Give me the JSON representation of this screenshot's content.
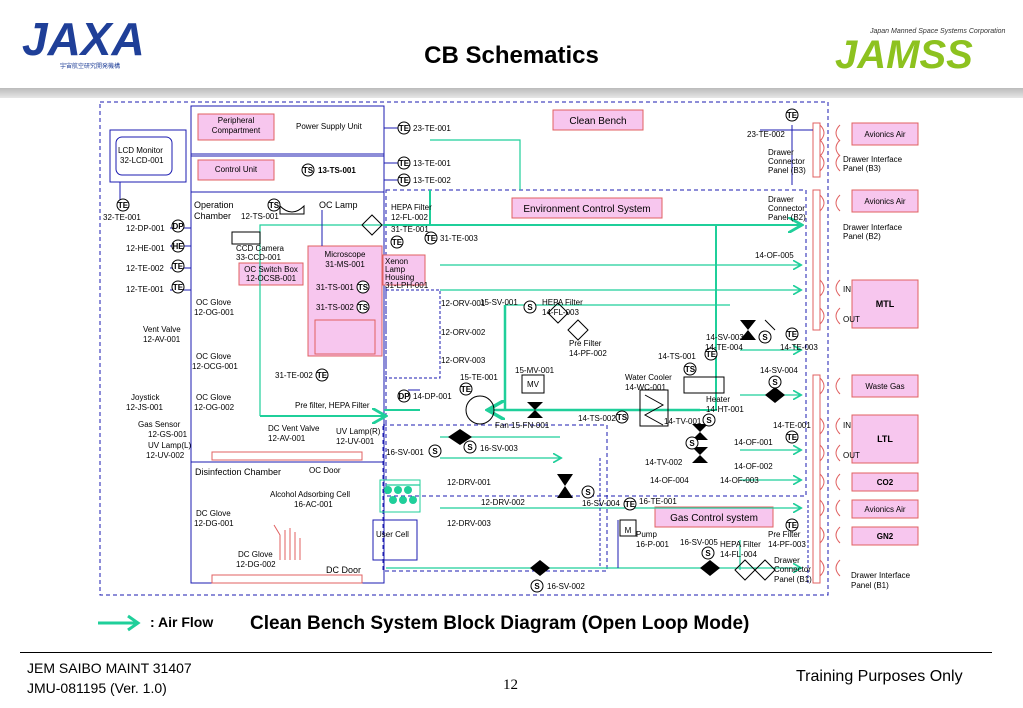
{
  "header": {
    "title": "CB Schematics",
    "left_logo": "JAXA",
    "left_logo_sub": "宇宙航空研究開発機構",
    "right_logo": "JAMSS",
    "right_logo_sub": "Japan Manned Space Systems Corporation"
  },
  "caption": {
    "subtitle": "Clean Bench System Block Diagram (Open Loop Mode)",
    "legend": ": Air Flow"
  },
  "footer": {
    "doc_id": "JEM SAIBO MAINT 31407",
    "doc_ver": "JMU-081195 (Ver. 1.0)",
    "page": "12",
    "note": "Training Purposes Only"
  },
  "colors": {
    "airflow": "#1fcf9a",
    "pink": "#f7c6ee",
    "blue_line": "#1b1bb0",
    "accent_red": "#e06060"
  },
  "left": {
    "lcd1": "LCD Monitor",
    "lcd2": "32-LCD-001",
    "te32": "32-TE-001",
    "dp12": "12-DP-001",
    "he12": "12-HE-001",
    "te12_2": "12-TE-002",
    "te12_1": "12-TE-001",
    "vent1": "Vent Valve",
    "vent2": "12-AV-001",
    "joy1": "Joystick",
    "joy2": "12-JS-001",
    "gas1": "Gas Sensor",
    "gas2": "12-GS-001",
    "uv1": "UV Lamp(L)",
    "uv2": "12-UV-002"
  },
  "labels": {
    "periph1": "Peripheral",
    "periph2": "Compartment",
    "psu": "Power Supply Unit",
    "ctrl": "Control Unit",
    "ts13": "13-TS-001",
    "te23_1": "23-TE-001",
    "te13_1": "13-TE-001",
    "te13_2": "13-TE-002",
    "cleanbench": "Clean Bench",
    "envctrl": "Environment Control System",
    "gasctrl": "Gas Control system",
    "opch1": "Operation",
    "opch2": "Chamber",
    "ts12": "12-TS-001",
    "oclamp": "OC Lamp",
    "hepa1": "HEPA Filter",
    "hepa2": "12-FL-002",
    "te31_1": "31-TE-001",
    "te31_3": "31-TE-003",
    "ccd1": "CCD Camera",
    "ccd2": "33-CCD-001",
    "ocsw1": "OC Switch Box",
    "ocsw2": "12-OCSB-001",
    "micro1": "Microscope",
    "micro2": "31-MS-001",
    "xenon1": "Xenon",
    "xenon2": "Lamp",
    "xenon3": "Housing",
    "xenon4": "31-LPH-001",
    "ts31_1": "31-TS-001",
    "ts31_2": "31-TS-002",
    "te31_2": "31-TE-002",
    "ocg1a": "OC Glove",
    "ocg1b": "12-OG-001",
    "ocg3a": "OC Glove",
    "ocg3b": "12-OCG-001",
    "ocg2a": "OC Glove",
    "ocg2b": "12-OG-002",
    "orv1": "12-ORV-001",
    "orv2": "12-ORV-002",
    "orv3": "12-ORV-003",
    "sv15": "15-SV-001",
    "hepa14a": "HEPA Filter",
    "hepa14b": "14-FL-003",
    "pre14a": "Pre Filter",
    "pre14b": "14-PF-002",
    "mv15": "15-MV-001",
    "te15": "15-TE-001",
    "mv": "MV",
    "dp14": "14-DP-001",
    "fan": "Fan 15-FN-001",
    "prefilter": "Pre filter, HEPA Filter",
    "dcvent1": "DC Vent Valve",
    "dcvent2": "12-AV-001",
    "uvr1": "UV Lamp(R)",
    "uvr2": "12-UV-001",
    "sv16_1": "16-SV-001",
    "sv16_3": "16-SV-003",
    "disinfect": "Disinfection Chamber",
    "ocdoor": "OC Door",
    "alcohol1": "Alcohol Adsorbing Cell",
    "alcohol2": "16-AC-001",
    "drv1": "12-DRV-001",
    "drv2": "12-DRV-002",
    "drv3": "12-DRV-003",
    "usercell": "User Cell",
    "dcg1a": "DC Glove",
    "dcg1b": "12-DG-001",
    "dcg2a": "DC Glove",
    "dcg2b": "12-DG-002",
    "dcdoor": "DC Door",
    "sv16_2": "16-SV-002",
    "sv16_4": "16-SV-004",
    "te16": "16-TE-001",
    "pump1": "Pump",
    "pump2": "16-P-001",
    "sv16_5": "16-SV-005",
    "hepa14c": "HEPA Filter",
    "hepa14d": "14-FL-004",
    "pre14c": "Pre Filter",
    "pre14d": "14-PF-003",
    "wc1": "Water Cooler",
    "wc2": "14-WC-001",
    "heater1": "Heater",
    "heater2": "14-HT-001",
    "ts14_1": "14-TS-001",
    "ts14_2": "14-TS-002",
    "tv14_1": "14-TV-001",
    "tv14_2": "14-TV-002",
    "of14_1": "14-OF-001",
    "of14_2": "14-OF-002",
    "of14_3": "14-OF-003",
    "of14_4": "14-OF-004",
    "of14_5": "14-OF-005",
    "sv14_3": "14-SV-003",
    "sv14_4": "14-SV-004",
    "te14_4": "14-TE-004",
    "te14_3": "14-TE-003",
    "te14_1": "14-TE-001",
    "te23_2": "23-TE-002",
    "dc1": "Drawer",
    "dc2": "Connector",
    "dc3": "Panel (B3)",
    "dc4": "Panel (B2)",
    "dc5": "Panel (B1)",
    "dif1": "Drawer Interface",
    "dif3": "Panel (B3)",
    "dif2": "Panel (B2)",
    "dif4": "Panel (B1)",
    "avair": "Avionics Air",
    "mtl": "MTL",
    "waste": "Waste Gas",
    "ltl": "LTL",
    "co2": "CO2",
    "gn2": "GN2",
    "in": "IN",
    "out": "OUT"
  },
  "symbols": {
    "te": "TE",
    "ts": "TS",
    "dp": "DP",
    "he": "HE",
    "s": "S",
    "m": "M"
  }
}
